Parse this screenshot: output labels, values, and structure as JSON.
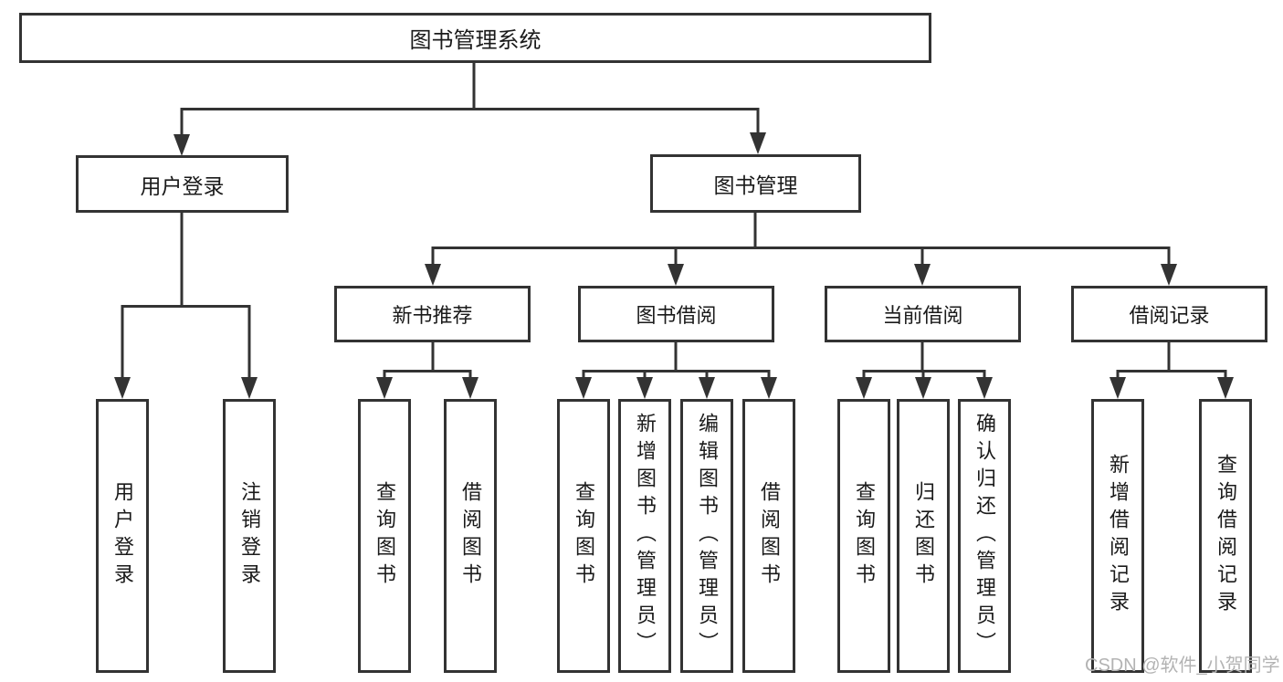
{
  "tree": {
    "root": {
      "label": "图书管理系统",
      "children": [
        {
          "label": "用户登录",
          "children": [
            {
              "label": "用户登录"
            },
            {
              "label": "注销登录"
            }
          ]
        },
        {
          "label": "图书管理",
          "children": [
            {
              "label": "新书推荐",
              "children": [
                {
                  "label": "查询图书"
                },
                {
                  "label": "借阅图书"
                }
              ]
            },
            {
              "label": "图书借阅",
              "children": [
                {
                  "label": "查询图书"
                },
                {
                  "label": "新增图书（管理员）"
                },
                {
                  "label": "编辑图书（管理员）"
                },
                {
                  "label": "借阅图书"
                }
              ]
            },
            {
              "label": "当前借阅",
              "children": [
                {
                  "label": "查询图书"
                },
                {
                  "label": "归还图书"
                },
                {
                  "label": "确认归还（管理员）"
                }
              ]
            },
            {
              "label": "借阅记录",
              "children": [
                {
                  "label": "新增借阅记录"
                },
                {
                  "label": "查询借阅记录"
                }
              ]
            }
          ]
        }
      ]
    }
  },
  "watermark": {
    "text": "CSDN @软件_小贺同学"
  },
  "colors": {
    "line": "#333333",
    "box_border": "#333333",
    "background": "#ffffff",
    "watermark_text": "#b3b3b3"
  }
}
